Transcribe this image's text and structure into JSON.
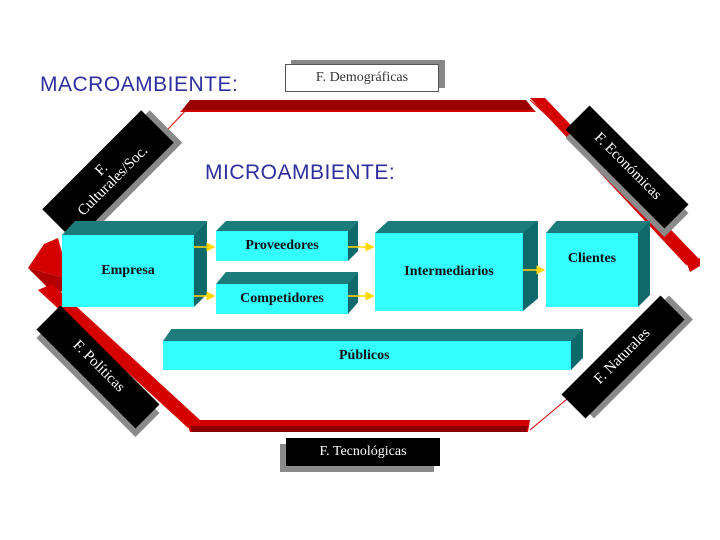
{
  "macro_title": "MACROAMBIENTE:",
  "micro_title": "MICROAMBIENTE:",
  "forces": {
    "demograficas": "F. Demográficas",
    "economicas": "F. Económicas",
    "culturales_line1": "F.",
    "culturales_line2": "Culturales/Soc.",
    "politicas": "F. Políticas",
    "naturales": "F. Naturales",
    "tecnologicas": "F. Tecnológicas"
  },
  "actors": {
    "empresa": "Empresa",
    "proveedores": "Proveedores",
    "competidores": "Competidores",
    "intermediarios": "Intermediarios",
    "clientes": "Clientes",
    "publicos": "Públicos"
  },
  "colors": {
    "title_blue": "#2e2e9e",
    "ring_red": "#d40000",
    "ring_dark": "#8b0000",
    "box_face": "#33ffff",
    "box_top": "#1c7c7c",
    "box_side": "#0e6a6a",
    "arrow": "#ffd700"
  }
}
